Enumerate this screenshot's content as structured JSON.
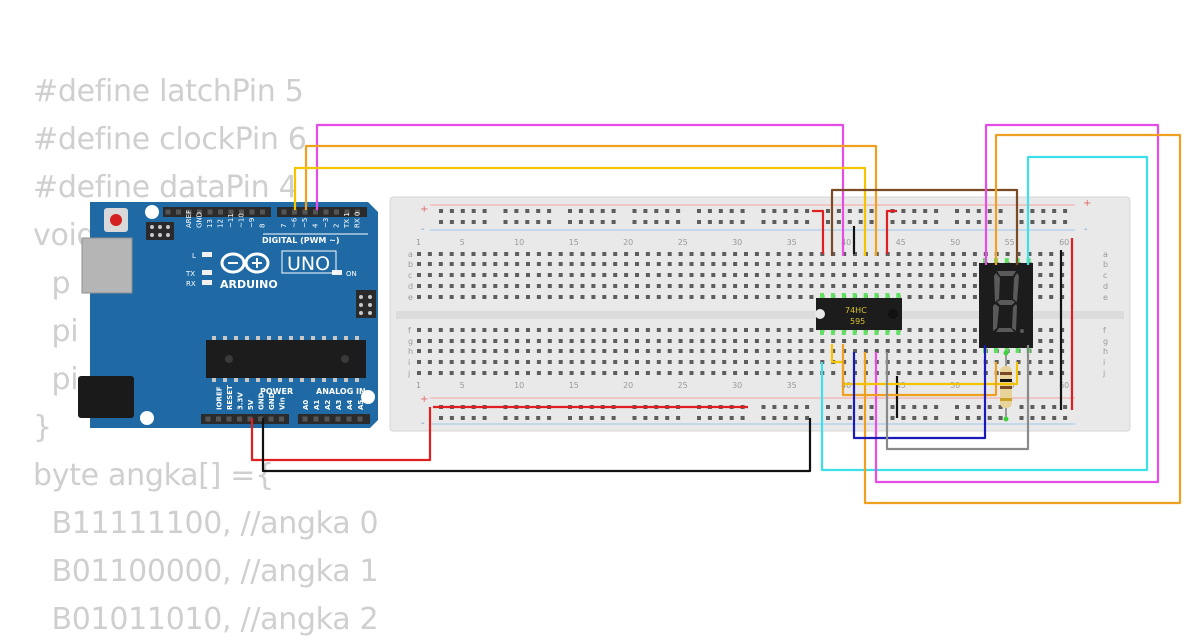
{
  "code_lines": [
    "#define latchPin 5",
    "#define clockPin 6",
    "#define dataPin 4",
    "void",
    "  p",
    "  pi",
    "  pi",
    "}",
    "byte angka[] ={",
    "  B11111100, //angka 0",
    "  B01100000, //angka 1",
    "  B01011010, //angka 2"
  ],
  "arduino": {
    "model": "UNO",
    "brand": "ARDUINO",
    "digital_header": "DIGITAL (PWM ~)",
    "power_label": "POWER",
    "analog_label": "ANALOG IN",
    "led_l": "L",
    "led_tx": "TX",
    "led_rx": "RX",
    "led_on": "ON",
    "top_pins": [
      "AREF",
      "GND",
      "13",
      "12",
      "~11",
      "~10",
      "~9",
      "8",
      "7",
      "~6",
      "~5",
      "4",
      "~3",
      "2",
      "TX 1",
      "RX 0"
    ],
    "power_pins": [
      "IOREF",
      "RESET",
      "3.3V",
      "5V",
      "GND",
      "GND",
      "Vin"
    ],
    "analog_pins": [
      "A0",
      "A1",
      "A2",
      "A3",
      "A4",
      "A5"
    ]
  },
  "breadboard": {
    "column_numbers": [
      "1",
      "5",
      "10",
      "15",
      "20",
      "25",
      "30",
      "35",
      "40",
      "45",
      "50",
      "55",
      "60"
    ],
    "row_letters_top": [
      "a",
      "b",
      "c",
      "d",
      "e"
    ],
    "row_letters_bottom": [
      "f",
      "g",
      "h",
      "i",
      "j"
    ],
    "rail_plus": "+",
    "rail_minus": "-"
  },
  "chip": {
    "line1": "74HC",
    "line2": "595"
  },
  "colors": {
    "board": "#1f6aa5",
    "wire_magenta": "#e64ce6",
    "wire_orange": "#f0a020",
    "wire_yellow": "#f5c400",
    "wire_cyan": "#3de0e8",
    "wire_brown": "#7a4a25",
    "wire_red": "#e02020",
    "wire_black": "#111111",
    "wire_blue": "#1a1ab8",
    "wire_gray": "#8a8a8a",
    "wire_purple": "#b830d8"
  }
}
